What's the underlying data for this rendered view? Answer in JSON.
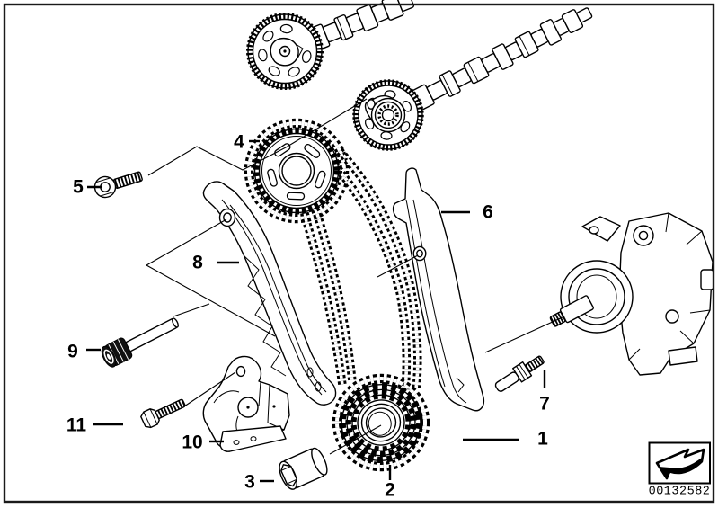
{
  "figure": {
    "type": "exploded-parts-diagram",
    "subject": "engine-timing-gear-and-timing-chain",
    "colors": {
      "line": "#000000",
      "background": "#ffffff",
      "frame": "#1a1a1a"
    },
    "callouts": {
      "c1": "1",
      "c2": "2",
      "c3": "3",
      "c4": "4",
      "c5": "5",
      "c6": "6",
      "c7": "7",
      "c8": "8",
      "c9": "9",
      "c10": "10",
      "c11": "11"
    },
    "stamp": {
      "part_number": "00132582",
      "icon": "page-curl-arrow"
    }
  }
}
